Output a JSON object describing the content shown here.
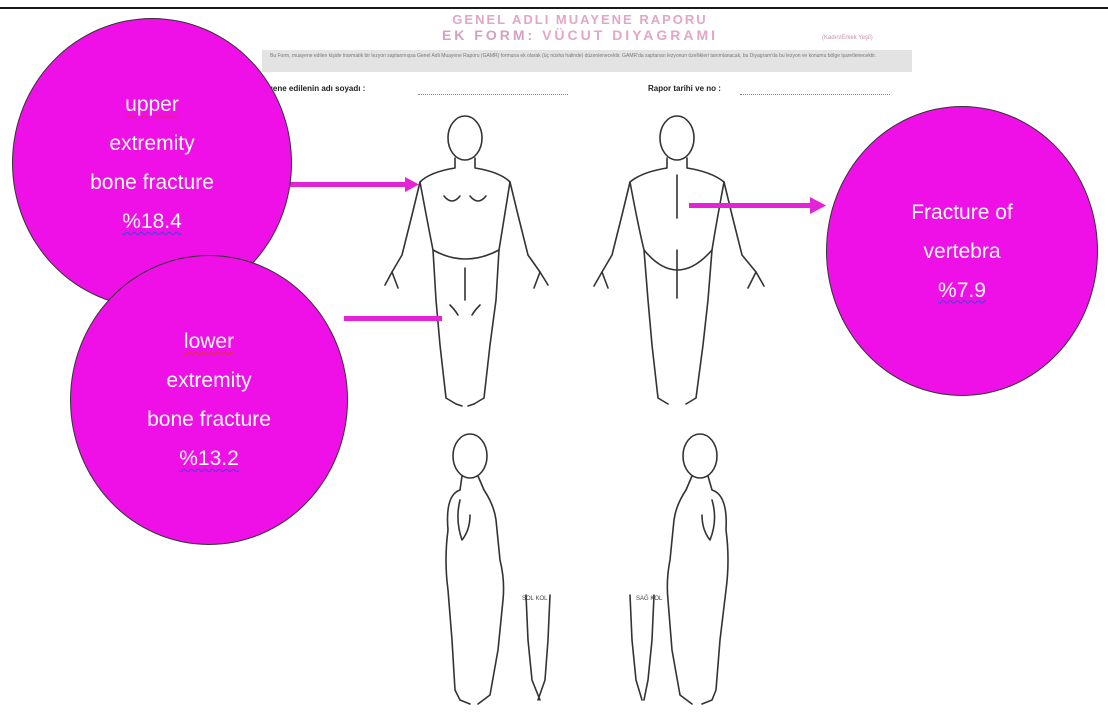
{
  "form": {
    "title_line1": "GENEL ADLI MUAYENE RAPORU",
    "title_line2_prefix": "EK FORM: ",
    "title_line2_main": "VÜCUT DIYAGRAMI",
    "side_note": "(Kadın/Erkek Yeşil)",
    "info_text": "Bu Form, muayene edilen kişide travmatik bir lezyon saptanmışsa Genel Adli Muayene Raporu (GAMR) formuna ek olarak (üç nüsha halinde) düzenlenecektir. GAMR'da saptanan lezyonun özellikleri tanımlanacak, bu Diyagram'da bu lezyon ve konumu bölge işaretlenecektir.",
    "name_label": "uene edilenin adı soyadı :",
    "report_label": "Rapor tarihi ve no :",
    "left_hand_label": "SOL KOL",
    "right_hand_label": "SAĞ KOL"
  },
  "annotations": [
    {
      "id": "upper",
      "lines": [
        "upper",
        "extremity",
        "bone fracture",
        "%18.4"
      ]
    },
    {
      "id": "lower",
      "lines": [
        "lower",
        "extremity",
        "bone fracture",
        "%13.2"
      ]
    },
    {
      "id": "vertebra",
      "lines": [
        "Fracture of",
        "vertebra %7.9"
      ]
    }
  ],
  "colors": {
    "circle_fill": "#ee10e6",
    "arrow": "#e223d6",
    "title_pink": "#e2a6c8"
  }
}
